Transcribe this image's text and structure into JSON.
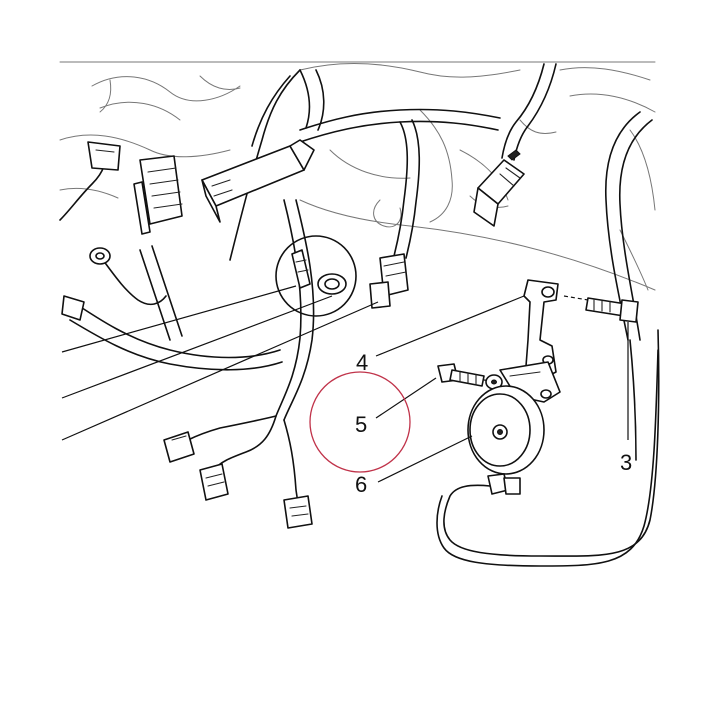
{
  "callouts": {
    "c3": "3",
    "c4": "4",
    "c5": "5",
    "c6": "6"
  },
  "colors": {
    "line": "#111111",
    "highlight_circle": "#c0334a",
    "background": "#ffffff"
  }
}
